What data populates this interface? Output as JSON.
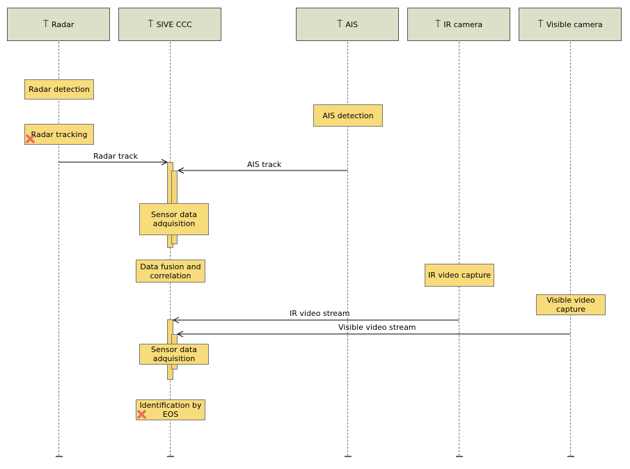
{
  "lifelines": {
    "radar": "Radar",
    "sive": "SIVE CCC",
    "ais": "AIS",
    "ir": "IR camera",
    "visible": "Visible camera"
  },
  "notes": {
    "radar_detection": "Radar detection",
    "ais_detection": "AIS detection",
    "radar_tracking": "Radar tracking",
    "sensor_data_1": "Sensor data adquisition",
    "data_fusion": "Data fusion and correlation",
    "ir_capture": "IR video capture",
    "visible_capture": "Visible video capture",
    "sensor_data_2": "Sensor data adquisition",
    "identification": "Identification by EOS"
  },
  "messages": {
    "radar_track": "Radar track",
    "ais_track": "AIS track",
    "ir_stream": "IR video stream",
    "visible_stream": "Visible video stream"
  },
  "colors": {
    "header": "#dedfc8",
    "note": "#f8dc7b",
    "activation": "#f5d574",
    "destroy": "#e0363a"
  }
}
